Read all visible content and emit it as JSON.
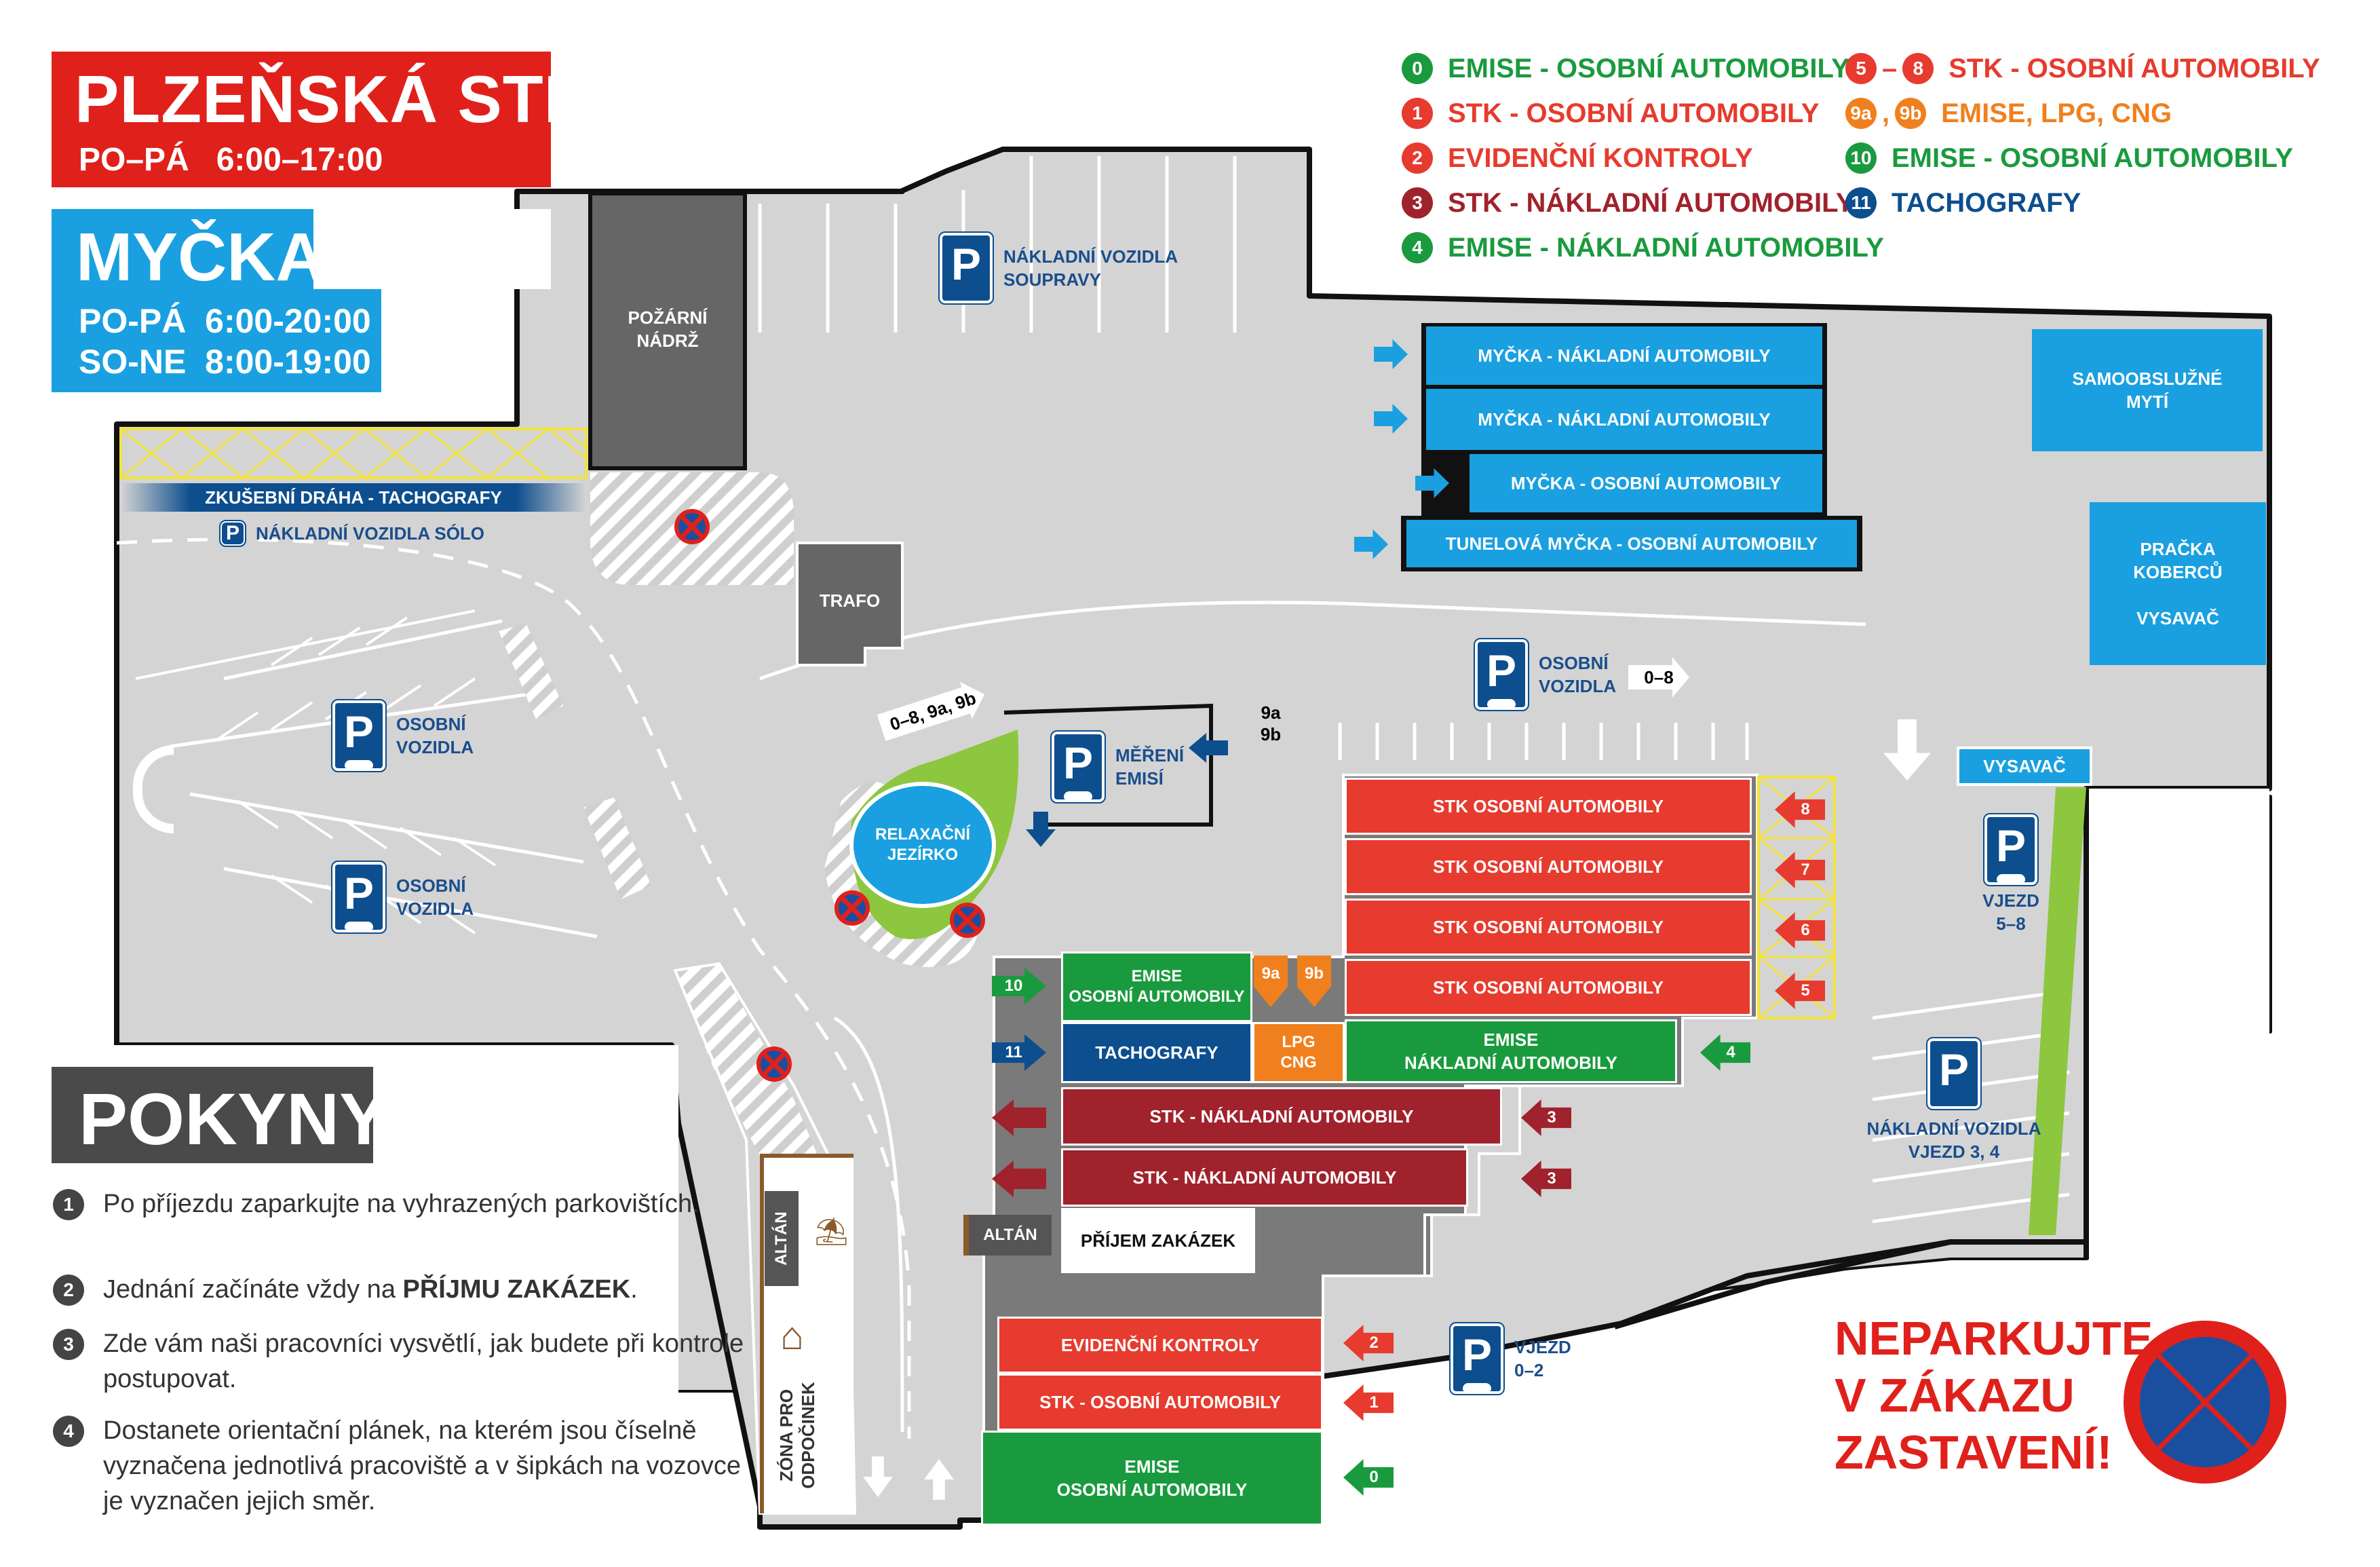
{
  "header": {
    "title": "PLZEŇSKÁ STK",
    "hours": "PO–PÁ   6:00–17:00"
  },
  "wash": {
    "title": "MYČKA",
    "hours_line1": "PO-PÁ  6:00-20:00",
    "hours_line2": "SO-NE  8:00-19:00"
  },
  "legend": [
    {
      "num": "0",
      "text": "EMISE - OSOBNÍ AUTOMOBILY",
      "color": "#1a9a3e"
    },
    {
      "num": "1",
      "text": "STK - OSOBNÍ AUTOMOBILY",
      "color": "#e63b2e"
    },
    {
      "num": "2",
      "text": "EVIDENČNÍ KONTROLY",
      "color": "#e63b2e"
    },
    {
      "num": "3",
      "text": "STK - NÁKLADNÍ AUTOMOBILY",
      "color": "#a0222c"
    },
    {
      "num": "4",
      "text": "EMISE - NÁKLADNÍ AUTOMOBILY",
      "color": "#1a9a3e"
    }
  ],
  "legend2": [
    {
      "num": "5",
      "num_b": "8",
      "text": "STK - OSOBNÍ AUTOMOBILY",
      "color": "#e63b2e"
    },
    {
      "num": "9a",
      "num_b": "9b",
      "text": "EMISE, LPG, CNG",
      "color": "#f0801e"
    },
    {
      "num": "10",
      "text": "EMISE - OSOBNÍ AUTOMOBILY",
      "color": "#1a9a3e"
    },
    {
      "num": "11",
      "text": "TACHOGRAFY",
      "color": "#0d4e8e"
    }
  ],
  "map": {
    "pozarni_nadrz": "POŽÁRNÍ\nNÁDRŽ",
    "trafo": "TRAFO",
    "parking_trucks_sets": "NÁKLADNÍ VOZIDLA\nSOUPRAVY",
    "zkusebni_draha": "ZKUŠEBNÍ DRÁHA - TACHOGRAFY",
    "parking_trucks_solo": "NÁKLADNÍ VOZIDLA SÓLO",
    "parking_cars_1": "OSOBNÍ\nVOZIDLA",
    "parking_cars_2": "OSOBNÍ\nVOZIDLA",
    "parking_cars_3": "OSOBNÍ\nVOZIDLA",
    "mereni_emisi": "MĚŘENÍ\nEMISÍ",
    "relax": "RELAXAČNÍ\nJEZÍRKO",
    "wash1": "MYČKA - NÁKLADNÍ AUTOMOBILY",
    "wash2": "MYČKA - NÁKLADNÍ AUTOMOBILY",
    "wash3": "MYČKA - OSOBNÍ AUTOMOBILY",
    "wash4": "TUNELOVÁ MYČKA - OSOBNÍ AUTOMOBILY",
    "self_wash": "SAMOOBSLUŽNÉ\nMYTÍ",
    "carpet": "PRAČKA\nKOBERCŮ\n\nVYSAVAČ",
    "vysavac": "VYSAVAČ",
    "stk_car_1": "STK OSOBNÍ AUTOMOBILY",
    "stk_car_2": "STK OSOBNÍ AUTOMOBILY",
    "stk_car_3": "STK OSOBNÍ AUTOMOBILY",
    "stk_car_4": "STK OSOBNÍ AUTOMOBILY",
    "emise_car": "EMISE\nOSOBNÍ AUTOMOBILY",
    "tacho": "TACHOGRAFY",
    "lpg": "LPG\nCNG",
    "emise_truck": "EMISE\nNÁKLADNÍ AUTOMOBILY",
    "stk_truck_1": "STK - NÁKLADNÍ AUTOMOBILY",
    "stk_truck_2": "STK - NÁKLADNÍ AUTOMOBILY",
    "prijem": "PŘÍJEM ZAKÁZEK",
    "evid": "EVIDENČNÍ KONTROLY",
    "stk_car_small": "STK - OSOBNÍ AUTOMOBILY",
    "emise_car_bottom": "EMISE\nOSOBNÍ AUTOMOBILY",
    "altan1": "ALTÁN",
    "altan2": "ALTÁN",
    "zona": "ZÓNA PRO\nODPOČINEK",
    "vjezd_02": "VJEZD\n0–2",
    "vjezd_58": "VJEZD\n5–8",
    "trucks_vjezd": "NÁKLADNÍ VOZIDLA\nVJEZD 3, 4",
    "arrow_08_9": "0–8, 9a, 9b",
    "arrow_08": "0–8",
    "label_9a9b": "9a\n9b",
    "p": "P",
    "lane_5": "5",
    "lane_6": "6",
    "lane_7": "7",
    "lane_8": "8",
    "arrow_3a": "3",
    "arrow_3b": "3",
    "arrow_4": "4",
    "arrow_2": "2",
    "arrow_1": "1",
    "arrow_0": "0",
    "arrow_10": "10",
    "arrow_11": "11",
    "tag_9a": "9a",
    "tag_9b": "9b"
  },
  "instructions": {
    "title": "POKYNY",
    "items": [
      {
        "num": "1",
        "text_a": "Po příjezdu zaparkujte na vyhrazených parkovištích.",
        "bold": "",
        "text_b": ""
      },
      {
        "num": "2",
        "text_a": "Jednání začínáte vždy na ",
        "bold": "PŘÍJMU ZAKÁZEK",
        "text_b": "."
      },
      {
        "num": "3",
        "text_a": "Zde vám naši pracovníci vysvětlí, jak budete při kontrole postupovat.",
        "bold": "",
        "text_b": ""
      },
      {
        "num": "4",
        "text_a": "Dostanete orientační plánek, na kterém jsou číselně vyznačena jednotlivá pracoviště a v šipkách na vozovce je vyznačen jejich směr.",
        "bold": "",
        "text_b": ""
      }
    ]
  },
  "warning": "NEPARKUJTE\nV ZÁKAZU\nZASTAVENÍ!",
  "colors": {
    "red": "#e63b2e",
    "dark_red": "#a0222c",
    "green": "#1a9a3e",
    "blue": "#0d4e8e",
    "cyan": "#1aa0e0",
    "orange": "#f0801e",
    "ground": "#d4d4d4"
  }
}
